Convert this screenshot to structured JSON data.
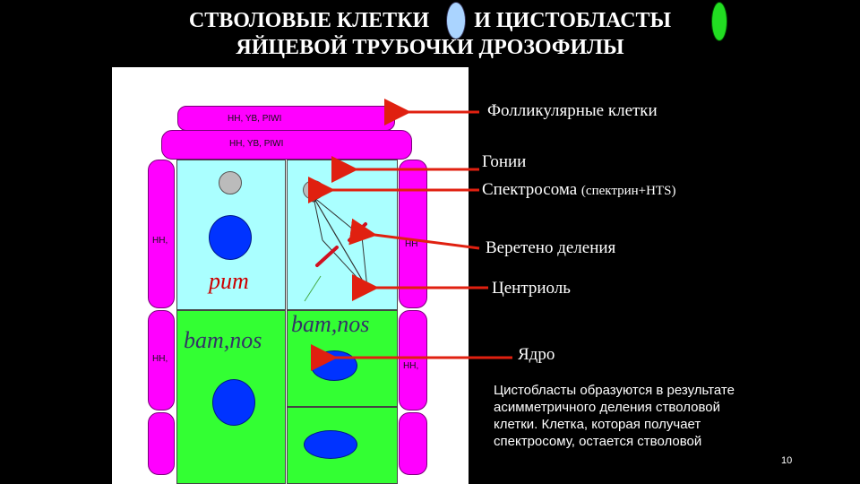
{
  "title": {
    "line1": "СТВОЛОВЫЕ КЛЕТКИ",
    "line1_mid": "И ЦИСТОБЛАСТЫ",
    "line2": "ЯЙЦЕВОЙ ТРУБОЧКИ ДРОЗОФИЛЫ"
  },
  "diagram": {
    "follicle_top_label": "HH, YB, PIWI",
    "follicle_second_label": "HH, YB, PIWI",
    "side_label_upper_left": "HH,",
    "side_label_upper_right": "HH",
    "side_label_lower_left": "HH,",
    "side_label_lower_right": "HH,",
    "gene_pum": "pum",
    "gene_bamnos_left": "bam,nos",
    "gene_bamnos_right": "bam,nos"
  },
  "labels": {
    "follicular": "Фолликулярные клетки",
    "gonia": "Гонии",
    "spectrosome": "Спектросома",
    "spectrosome_note": "(спектрин+HTS)",
    "spindle": "Веретено деления",
    "centriole": "Центриоль",
    "nucleus": "Ядро"
  },
  "note": "Цистобласты образуются в результате асимметричного деления стволовой клетки. Клетка, которая получает спектросому, остается стволовой",
  "page_number": "10",
  "colors": {
    "follicle": "#ff00ff",
    "stem_cell": "#aaffff",
    "cystoblast": "#33ff33",
    "nucleus": "#0033ff",
    "arrow": "#e02010"
  }
}
